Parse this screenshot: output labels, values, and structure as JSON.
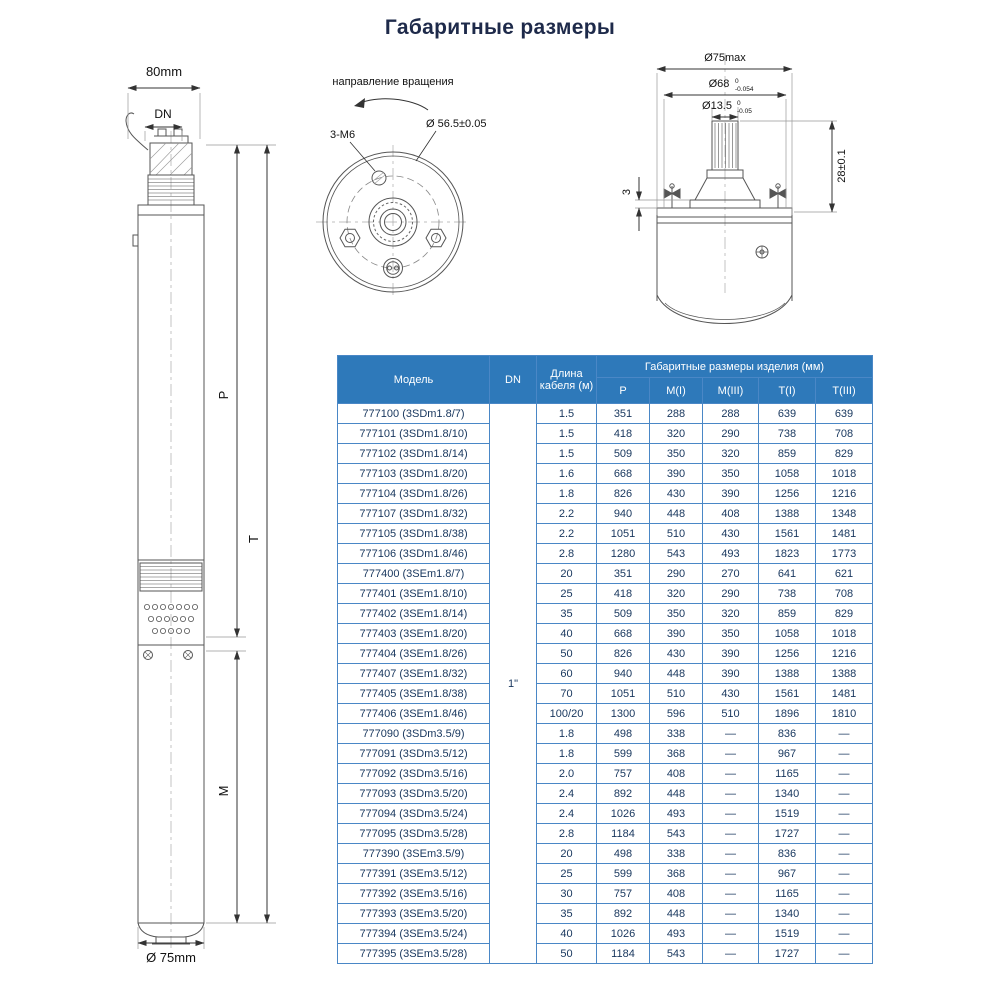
{
  "page": {
    "title": "Габаритные размеры"
  },
  "drawings": {
    "left": {
      "width_label": "80mm",
      "dn_label": "DN",
      "p_label": "P",
      "t_label": "T",
      "m_label": "M",
      "bottom_dia_label": "Ø 75mm"
    },
    "top_view": {
      "rotation_label": "направление вращения",
      "bolts_label": "3-М6",
      "dia_label": "Ø 56.5±0.05"
    },
    "right": {
      "dia_max_label": "Ø75max",
      "dia68_label": "Ø68",
      "dia68_tol_upper": "0",
      "dia68_tol_lower": "-0.054",
      "dia135_label": "Ø13.5",
      "dia135_tol_upper": "0",
      "dia135_tol_lower": "-0.05",
      "height_label": "28±0.1",
      "gap_label": "3"
    }
  },
  "table": {
    "headers": {
      "model": "Модель",
      "dn": "DN",
      "cable": "Длина кабеля (м)",
      "dims_group": "Габаритные размеры изделия (мм)",
      "dims": [
        "P",
        "M(I)",
        "M(III)",
        "T(I)",
        "T(III)"
      ]
    },
    "dn_value": "1\"",
    "rows": [
      {
        "model": "777100 (3SDm1.8/7)",
        "cable": "1.5",
        "vals": [
          "351",
          "288",
          "288",
          "639",
          "639"
        ]
      },
      {
        "model": "777101 (3SDm1.8/10)",
        "cable": "1.5",
        "vals": [
          "418",
          "320",
          "290",
          "738",
          "708"
        ]
      },
      {
        "model": "777102 (3SDm1.8/14)",
        "cable": "1.5",
        "vals": [
          "509",
          "350",
          "320",
          "859",
          "829"
        ]
      },
      {
        "model": "777103 (3SDm1.8/20)",
        "cable": "1.6",
        "vals": [
          "668",
          "390",
          "350",
          "1058",
          "1018"
        ]
      },
      {
        "model": "777104 (3SDm1.8/26)",
        "cable": "1.8",
        "vals": [
          "826",
          "430",
          "390",
          "1256",
          "1216"
        ]
      },
      {
        "model": "777107 (3SDm1.8/32)",
        "cable": "2.2",
        "vals": [
          "940",
          "448",
          "408",
          "1388",
          "1348"
        ]
      },
      {
        "model": "777105 (3SDm1.8/38)",
        "cable": "2.2",
        "vals": [
          "1051",
          "510",
          "430",
          "1561",
          "1481"
        ]
      },
      {
        "model": "777106 (3SDm1.8/46)",
        "cable": "2.8",
        "vals": [
          "1280",
          "543",
          "493",
          "1823",
          "1773"
        ]
      },
      {
        "model": "777400 (3SEm1.8/7)",
        "cable": "20",
        "vals": [
          "351",
          "290",
          "270",
          "641",
          "621"
        ]
      },
      {
        "model": "777401 (3SEm1.8/10)",
        "cable": "25",
        "vals": [
          "418",
          "320",
          "290",
          "738",
          "708"
        ]
      },
      {
        "model": "777402 (3SEm1.8/14)",
        "cable": "35",
        "vals": [
          "509",
          "350",
          "320",
          "859",
          "829"
        ]
      },
      {
        "model": "777403 (3SEm1.8/20)",
        "cable": "40",
        "vals": [
          "668",
          "390",
          "350",
          "1058",
          "1018"
        ]
      },
      {
        "model": "777404 (3SEm1.8/26)",
        "cable": "50",
        "vals": [
          "826",
          "430",
          "390",
          "1256",
          "1216"
        ]
      },
      {
        "model": "777407 (3SEm1.8/32)",
        "cable": "60",
        "vals": [
          "940",
          "448",
          "390",
          "1388",
          "1388"
        ]
      },
      {
        "model": "777405 (3SEm1.8/38)",
        "cable": "70",
        "vals": [
          "1051",
          "510",
          "430",
          "1561",
          "1481"
        ]
      },
      {
        "model": "777406 (3SEm1.8/46)",
        "cable": "100/20",
        "vals": [
          "1300",
          "596",
          "510",
          "1896",
          "1810"
        ]
      },
      {
        "model": "777090 (3SDm3.5/9)",
        "cable": "1.8",
        "vals": [
          "498",
          "338",
          "—",
          "836",
          "—"
        ]
      },
      {
        "model": "777091 (3SDm3.5/12)",
        "cable": "1.8",
        "vals": [
          "599",
          "368",
          "—",
          "967",
          "—"
        ]
      },
      {
        "model": "777092 (3SDm3.5/16)",
        "cable": "2.0",
        "vals": [
          "757",
          "408",
          "—",
          "1165",
          "—"
        ]
      },
      {
        "model": "777093 (3SDm3.5/20)",
        "cable": "2.4",
        "vals": [
          "892",
          "448",
          "—",
          "1340",
          "—"
        ]
      },
      {
        "model": "777094 (3SDm3.5/24)",
        "cable": "2.4",
        "vals": [
          "1026",
          "493",
          "—",
          "1519",
          "—"
        ]
      },
      {
        "model": "777095 (3SDm3.5/28)",
        "cable": "2.8",
        "vals": [
          "1184",
          "543",
          "—",
          "1727",
          "—"
        ]
      },
      {
        "model": "777390 (3SEm3.5/9)",
        "cable": "20",
        "vals": [
          "498",
          "338",
          "—",
          "836",
          "—"
        ]
      },
      {
        "model": "777391 (3SEm3.5/12)",
        "cable": "25",
        "vals": [
          "599",
          "368",
          "—",
          "967",
          "—"
        ]
      },
      {
        "model": "777392 (3SEm3.5/16)",
        "cable": "30",
        "vals": [
          "757",
          "408",
          "—",
          "1165",
          "—"
        ]
      },
      {
        "model": "777393 (3SEm3.5/20)",
        "cable": "35",
        "vals": [
          "892",
          "448",
          "—",
          "1340",
          "—"
        ]
      },
      {
        "model": "777394 (3SEm3.5/24)",
        "cable": "40",
        "vals": [
          "1026",
          "493",
          "—",
          "1519",
          "—"
        ]
      },
      {
        "model": "777395 (3SEm3.5/28)",
        "cable": "50",
        "vals": [
          "1184",
          "543",
          "—",
          "1727",
          "—"
        ]
      }
    ]
  }
}
